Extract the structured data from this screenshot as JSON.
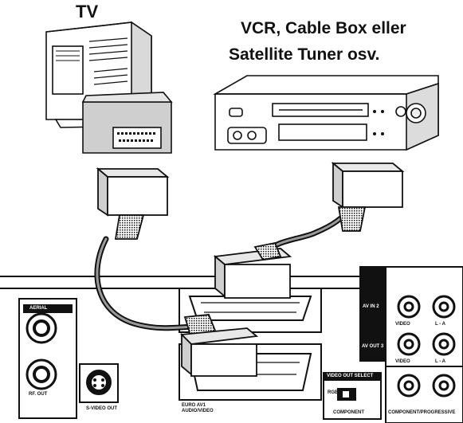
{
  "labels": {
    "tv": "TV",
    "vcr_line1": "VCR, Cable Box eller",
    "vcr_line2": "Satellite Tuner osv."
  },
  "panel": {
    "aerial": "AERIAL",
    "rf_out": "RF. OUT",
    "s_video_out": "S-VIDEO OUT",
    "euro_av1_line1": "EURO AV1",
    "euro_av1_line2": "AUDIO/VIDEO",
    "av_in_2": "AV IN 2",
    "av_out_3": "AV OUT 3",
    "video_1": "VIDEO",
    "video_2": "VIDEO",
    "audio_l_1": "L - A",
    "audio_l_2": "L - A",
    "video_out_select": "VIDEO OUT SELECT",
    "rgb": "RGB",
    "component": "COMPONENT",
    "component_progressive": "COMPONENT/PROGRESSIVE"
  },
  "colors": {
    "ink": "#111111",
    "paper": "#ffffff",
    "shade": "#9a9a9a"
  }
}
